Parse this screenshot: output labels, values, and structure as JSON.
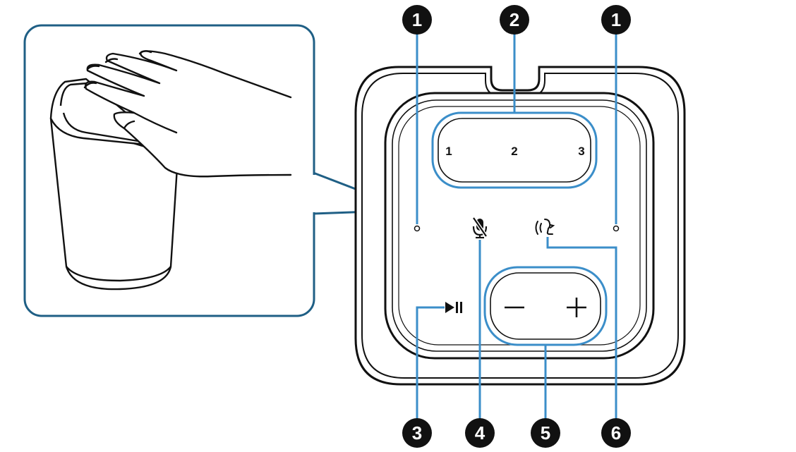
{
  "colors": {
    "callout_line": "#3b8ec9",
    "inset_border": "#1f5f85",
    "device_outline": "#111111",
    "callout_badge": "#111111"
  },
  "callouts": {
    "mic_led_left": "1",
    "presets": "2",
    "play_pause": "3",
    "mic_mute": "4",
    "volume": "5",
    "mic_led_right": "1",
    "voice_control": "6"
  },
  "buttons": {
    "preset_1": "1",
    "preset_2": "2",
    "preset_3": "3",
    "play_pause_icon": "play-pause-icon",
    "mic_mute_icon": "mic-off-icon",
    "voice_icon": "voice-command-icon",
    "volume_down_icon": "minus-icon",
    "volume_up_icon": "plus-icon"
  }
}
